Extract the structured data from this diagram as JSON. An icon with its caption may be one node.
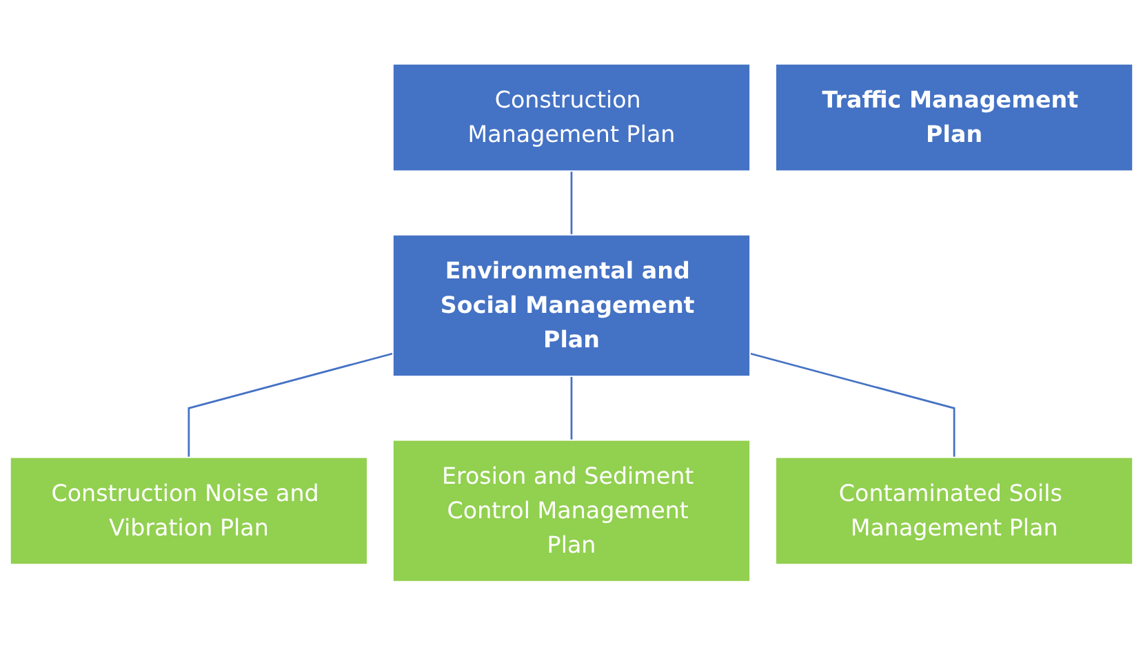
{
  "diagram": {
    "nodes": [
      {
        "text": [
          "Construction Management Plan"
        ]
      },
      {
        "text": [
          "Environmental and Social Management Plan"
        ]
      },
      {
        "text": [
          "Traffic Management Plan"
        ]
      },
      {
        "text": [
          "Construction Noise and Vibration Plan"
        ]
      },
      {
        "text": [
          "Erosion and Sediment Control Management Plan"
        ]
      },
      {
        "text": [
          "Contaminated Soils Management Plan"
        ]
      }
    ],
    "edges": [
      {
        "from": 0,
        "to": 1,
        "arrow": "none"
      },
      {
        "from": 1,
        "to": 3,
        "arrow": "none"
      },
      {
        "from": 1,
        "to": 4,
        "arrow": "none"
      },
      {
        "from": 1,
        "to": 5,
        "arrow": "none"
      }
    ]
  }
}
